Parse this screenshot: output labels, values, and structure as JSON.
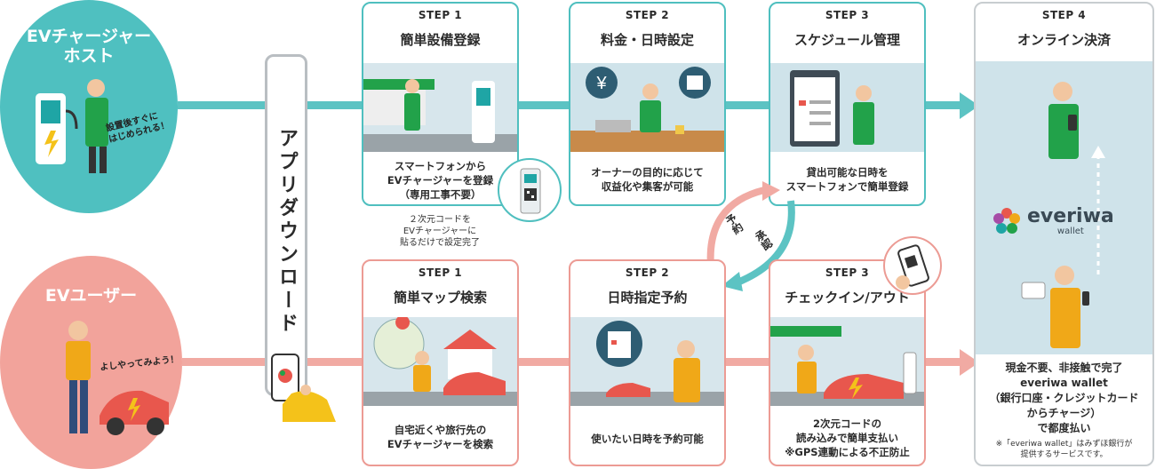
{
  "host": {
    "title_line1": "EVチャージャー",
    "title_line2": "ホスト",
    "bubble_line1": "設置後すぐに",
    "bubble_line2": "はじめられる！"
  },
  "user": {
    "title": "EVユーザー",
    "bubble": "よしやってみよう！"
  },
  "app_download": {
    "label": "アプリダウンロード"
  },
  "host_steps": [
    {
      "step": "STEP 1",
      "title": "簡単設備登録",
      "desc_line1": "スマートフォンから",
      "desc_line2": "EVチャージャーを登録",
      "desc_line3": "（専用工事不要）"
    },
    {
      "step": "STEP 2",
      "title": "料金・日時設定",
      "desc_line1": "オーナーの目的に応じて",
      "desc_line2": "収益化や集客が可能"
    },
    {
      "step": "STEP 3",
      "title": "スケジュール管理",
      "desc_line1": "貸出可能な日時を",
      "desc_line2": "スマートフォンで簡単登録"
    }
  ],
  "qr_note": {
    "line1": "２次元コードを",
    "line2": "EVチャージャーに",
    "line3": "貼るだけで設定完了"
  },
  "user_steps": [
    {
      "step": "STEP 1",
      "title": "簡単マップ検索",
      "desc_line1": "自宅近くや旅行先の",
      "desc_line2": "EVチャージャーを検索"
    },
    {
      "step": "STEP 2",
      "title": "日時指定予約",
      "desc_line1": "使いたい日時を予約可能"
    },
    {
      "step": "STEP 3",
      "title": "チェックイン/アウト",
      "desc_line1": "2次元コードの",
      "desc_line2": "読み込みで簡単支払い",
      "desc_line3": "※GPS連動による不正防止"
    }
  ],
  "arc_labels": {
    "reserve": "予約",
    "approve": "承認"
  },
  "step4": {
    "step": "STEP 4",
    "title": "オンライン決済",
    "brand": "everiwa",
    "brand_sub": "wallet",
    "desc_line1": "現金不要、非接触で完了",
    "desc_line2": "everiwa wallet",
    "desc_line3": "（銀行口座・クレジットカード",
    "desc_line4": "からチャージ）",
    "desc_line5": "で都度払い",
    "footnote_line1": "※「everiwa wallet」はみずほ銀行が",
    "footnote_line2": "提供するサービスです。"
  },
  "colors": {
    "teal": "#4fbfbf",
    "pink": "#ec9b94",
    "gray": "#c8cdd0",
    "bg_blue": "#cfe3ea",
    "green": "#1f9a3b",
    "orange": "#f0a818"
  }
}
